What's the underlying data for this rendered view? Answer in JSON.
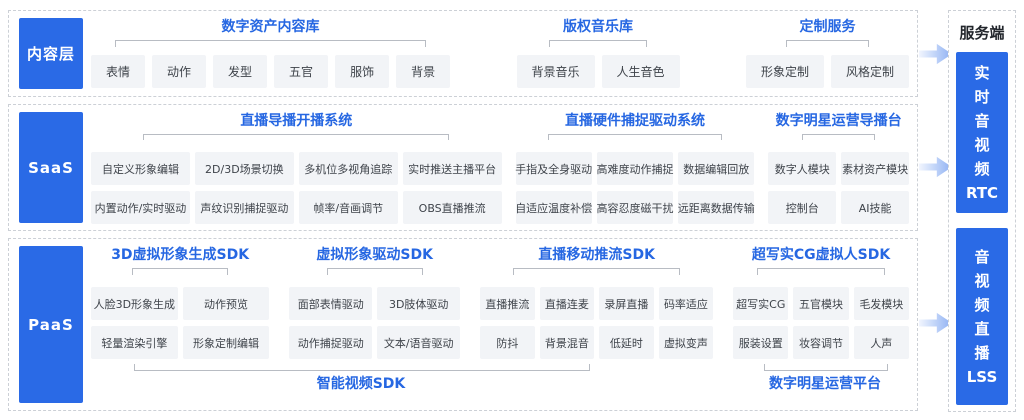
{
  "rows": [
    {
      "label": "内容层",
      "groups": [
        {
          "title": "数字资产内容库",
          "items": [
            [
              "表情",
              "动作",
              "发型",
              "五官",
              "服饰",
              "背景"
            ]
          ]
        },
        {
          "title": "版权音乐库",
          "items": [
            [
              "背景音乐",
              "人生音色"
            ]
          ]
        },
        {
          "title": "定制服务",
          "items": [
            [
              "形象定制",
              "风格定制"
            ]
          ]
        }
      ]
    },
    {
      "label": "SaaS",
      "groups": [
        {
          "title": "直播导播开播系统",
          "items": [
            [
              "自定义形象编辑",
              "2D/3D场景切换",
              "多机位多视角追踪",
              "实时推送主播平台"
            ],
            [
              "内置动作/实时驱动",
              "声纹识别捕捉驱动",
              "帧率/音画调节",
              "OBS直播推流"
            ]
          ]
        },
        {
          "title": "直播硬件捕捉驱动系统",
          "items": [
            [
              "手指及全身驱动",
              "高难度动作捕捉",
              "数据编辑回放"
            ],
            [
              "自适应温度补偿",
              "高容忍度磁干扰",
              "远距离数据传输"
            ]
          ]
        },
        {
          "title": "数字明星运营导播台",
          "items": [
            [
              "数字人模块",
              "素材资产模块"
            ],
            [
              "控制台",
              "AI技能"
            ]
          ]
        }
      ]
    },
    {
      "label": "PaaS",
      "groups": [
        {
          "title": "3D虚拟形象生成SDK",
          "items": [
            [
              "人脸3D形象生成",
              "动作预览"
            ],
            [
              "轻量渲染引擎",
              "形象定制编辑"
            ]
          ]
        },
        {
          "title": "虚拟形象驱动SDK",
          "items": [
            [
              "面部表情驱动",
              "3D肢体驱动"
            ],
            [
              "动作捕捉驱动",
              "文本/语音驱动"
            ]
          ]
        },
        {
          "title": "直播移动推流SDK",
          "items": [
            [
              "直播推流",
              "直播连麦",
              "录屏直播",
              "码率适应"
            ],
            [
              "防抖",
              "背景混音",
              "低延时",
              "虚拟变声"
            ]
          ]
        },
        {
          "title": "超写实CG虚拟人SDK",
          "items": [
            [
              "超写实CG",
              "五官模块",
              "毛发模块"
            ],
            [
              "服装设置",
              "妆容调节",
              "人声"
            ]
          ]
        }
      ]
    }
  ],
  "paas_bottom": [
    {
      "label": "智能视频SDK"
    },
    {
      "label": "数字明星运营平台"
    }
  ],
  "right_panel": {
    "title": "服务端",
    "boxes": [
      {
        "label": "实\n时\n音\n视\n频\nRTC"
      },
      {
        "label": "音\n视\n频\n直\n播\nLSS"
      }
    ]
  },
  "colors": {
    "accent_blue": "#2A6AE6",
    "title_blue": "#2667E2",
    "item_bg": "#F2F4F7",
    "item_text": "#3E434A",
    "bracket_line": "#B8BCC3",
    "dashed_border": "#CCD0D6",
    "arrow_blue": "#8FB1F3",
    "server_title_text": "#22262C"
  }
}
